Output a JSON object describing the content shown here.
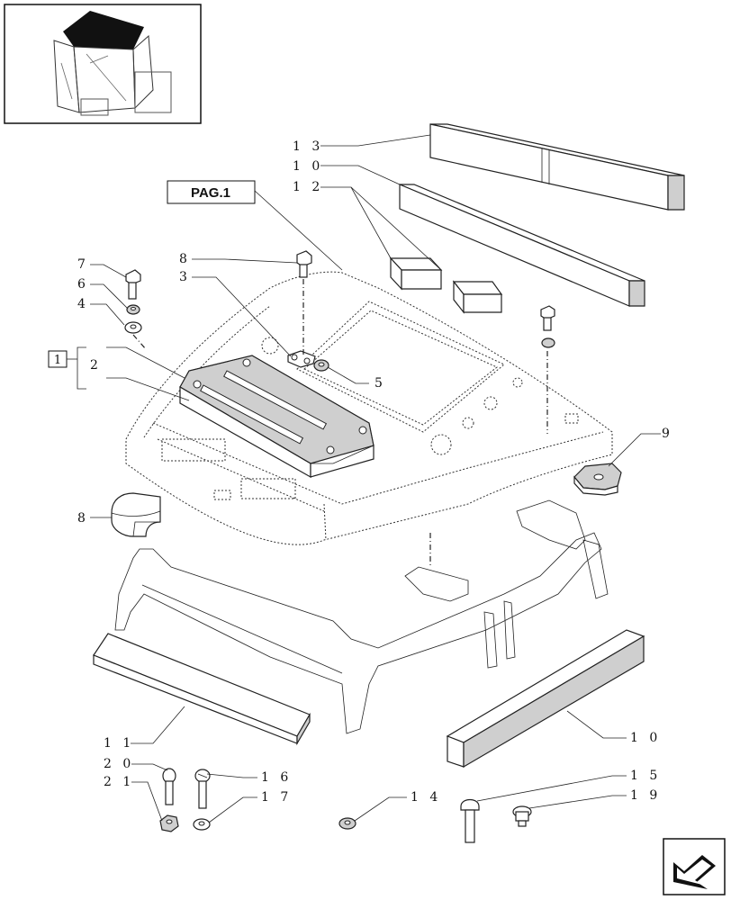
{
  "diagram": {
    "reference_box": "PAG.1",
    "group_box": "1",
    "callouts": [
      {
        "id": "13",
        "text": "1 3"
      },
      {
        "id": "10a",
        "text": "1 0"
      },
      {
        "id": "12",
        "text": "1 2"
      },
      {
        "id": "8a",
        "text": "8"
      },
      {
        "id": "3",
        "text": "3"
      },
      {
        "id": "7",
        "text": "7"
      },
      {
        "id": "6",
        "text": "6"
      },
      {
        "id": "4",
        "text": "4"
      },
      {
        "id": "2",
        "text": "2"
      },
      {
        "id": "5",
        "text": "5"
      },
      {
        "id": "9",
        "text": "9"
      },
      {
        "id": "8b",
        "text": "8"
      },
      {
        "id": "11",
        "text": "1 1"
      },
      {
        "id": "10b",
        "text": "1 0"
      },
      {
        "id": "20",
        "text": "2 0"
      },
      {
        "id": "21",
        "text": "2 1"
      },
      {
        "id": "16",
        "text": "1 6"
      },
      {
        "id": "17",
        "text": "1 7"
      },
      {
        "id": "14",
        "text": "1 4"
      },
      {
        "id": "15",
        "text": "1 5"
      },
      {
        "id": "19",
        "text": "1 9"
      }
    ]
  },
  "icons": {
    "thumbnail": "tractor-cab-thumbnail-icon",
    "nav": "next-page-arrow-icon"
  }
}
